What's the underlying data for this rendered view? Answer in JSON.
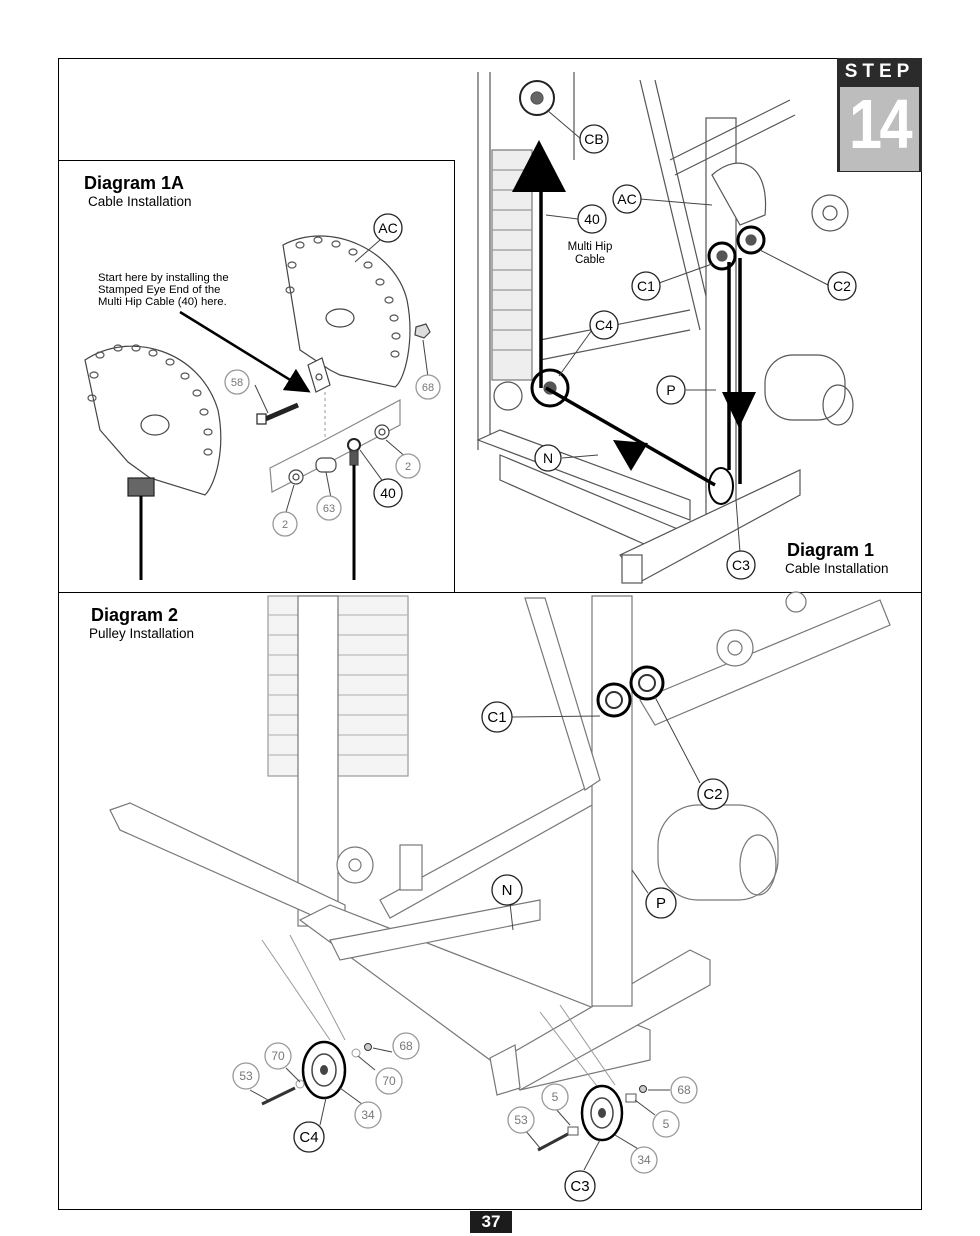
{
  "step": {
    "label": "STEP",
    "number": "14"
  },
  "diagram1a": {
    "title": "Diagram 1A",
    "subtitle": "Cable Installation",
    "note": "Start here by installing the\nStamped Eye End of the\nMulti Hip Cable (40) here.",
    "callouts": [
      "AC",
      "58",
      "68",
      "2",
      "2",
      "63",
      "40"
    ]
  },
  "diagram1": {
    "title": "Diagram 1",
    "subtitle": "Cable Installation",
    "cable_label": "Multi Hip\nCable",
    "callouts": [
      "CB",
      "40",
      "AC",
      "C1",
      "C2",
      "C4",
      "P",
      "N",
      "C3"
    ]
  },
  "diagram2": {
    "title": "Diagram 2",
    "subtitle": "Pulley Installation",
    "callouts": [
      "C1",
      "C2",
      "N",
      "P",
      "70",
      "68",
      "53",
      "70",
      "34",
      "C4",
      "5",
      "68",
      "53",
      "5",
      "34",
      "C3"
    ]
  },
  "page_number": "37"
}
